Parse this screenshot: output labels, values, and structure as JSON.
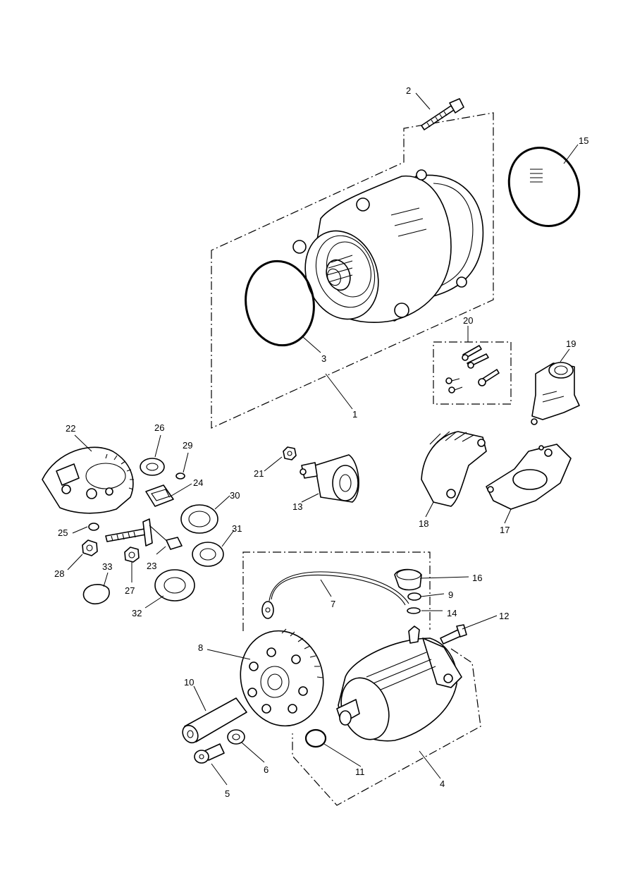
{
  "callouts": [
    "1",
    "2",
    "3",
    "4",
    "5",
    "6",
    "7",
    "8",
    "9",
    "10",
    "11",
    "12",
    "13",
    "14",
    "15",
    "16",
    "17",
    "18",
    "19",
    "20",
    "21",
    "22",
    "23",
    "24",
    "25",
    "26",
    "27",
    "28",
    "29",
    "30",
    "31",
    "32",
    "33"
  ],
  "icons": {
    "alternator": "alternator-assembly-icon",
    "starter": "starter-motor-icon"
  },
  "colors": {
    "line": "#000000",
    "background": "#ffffff"
  }
}
